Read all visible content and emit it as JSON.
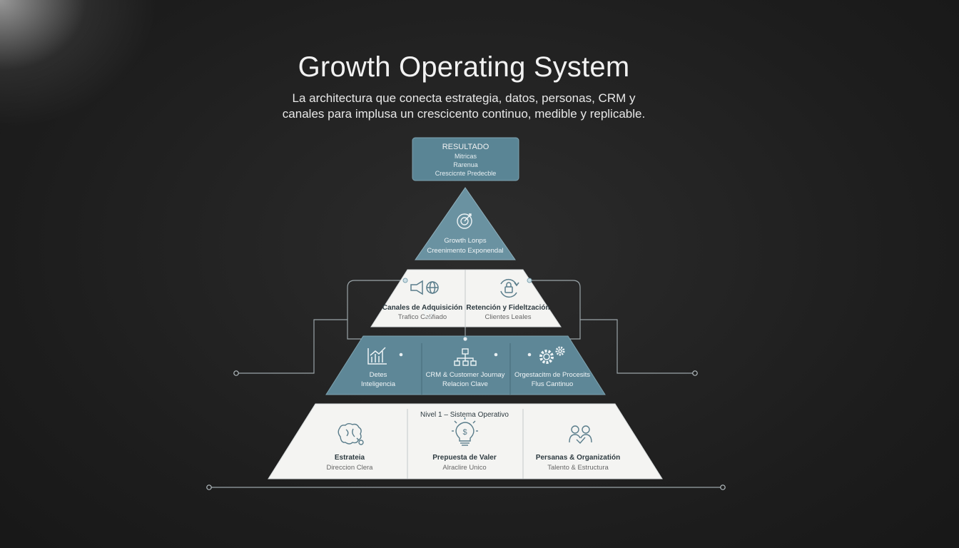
{
  "title": "Growth Operating System",
  "subtitle_line1": "La architectura que conecta estrategia, datos, personas, CRM y",
  "subtitle_line2": "canales para implusa un crescicento continuo, medible y replicable.",
  "result_box": {
    "heading": "RESULTADO",
    "line1": "Mitricas",
    "line2": "Rarenua",
    "line3": "Crescicnte Predecble"
  },
  "level_top": {
    "icon": "target-icon",
    "title": "Growth Lonps",
    "subtitle": "Creenimento Exponendal"
  },
  "level_3": [
    {
      "icon": "megaphone-globe-icon",
      "title": "Canales de Adquisición",
      "subtitle": "Trafico Califiado"
    },
    {
      "icon": "lock-cycle-icon",
      "title": "Retención y Fideltzación",
      "subtitle": "Clientes Leales"
    }
  ],
  "level_2": [
    {
      "icon": "chart-icon",
      "title": "Detes",
      "subtitle": "Inteligencia"
    },
    {
      "icon": "org-heart-icon",
      "title": "CRM & Customer Journay",
      "subtitle": "Relacion Clave"
    },
    {
      "icon": "gears-icon",
      "title": "Orgestacitm de Procesits",
      "subtitle": "Flus Cantinuo"
    }
  ],
  "level_1": {
    "heading": "Nivel 1 – Sistema Operativo",
    "items": [
      {
        "icon": "brain-icon",
        "title": "Estrateia",
        "subtitle": "Direccion Clera"
      },
      {
        "icon": "lightbulb-dollar-icon",
        "title": "Prepuesta de Valer",
        "subtitle": "Alraclire Unico"
      },
      {
        "icon": "people-icon",
        "title": "Persanas & Organizatión",
        "subtitle": "Talento & Estructura"
      }
    ]
  },
  "colors": {
    "steel_blue": "#5e8797",
    "result_box": "#5a8595",
    "white_tier": "#f4f4f2",
    "connector": "#9aa4a8"
  }
}
